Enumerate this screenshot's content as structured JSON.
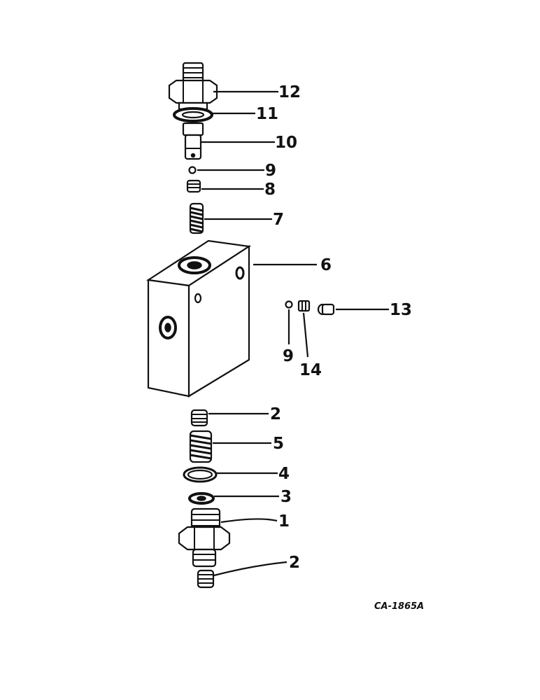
{
  "drawing_code": "CA-1865A",
  "callouts": [
    {
      "id": "c12",
      "label": "12"
    },
    {
      "id": "c11",
      "label": "11"
    },
    {
      "id": "c10",
      "label": "10"
    },
    {
      "id": "c9a",
      "label": "9"
    },
    {
      "id": "c8",
      "label": "8"
    },
    {
      "id": "c7",
      "label": "7"
    },
    {
      "id": "c6",
      "label": "6"
    },
    {
      "id": "c13",
      "label": "13"
    },
    {
      "id": "c9b",
      "label": "9"
    },
    {
      "id": "c14",
      "label": "14"
    },
    {
      "id": "c2a",
      "label": "2"
    },
    {
      "id": "c5",
      "label": "5"
    },
    {
      "id": "c4",
      "label": "4"
    },
    {
      "id": "c3",
      "label": "3"
    },
    {
      "id": "c1",
      "label": "1"
    },
    {
      "id": "c2b",
      "label": "2"
    }
  ]
}
